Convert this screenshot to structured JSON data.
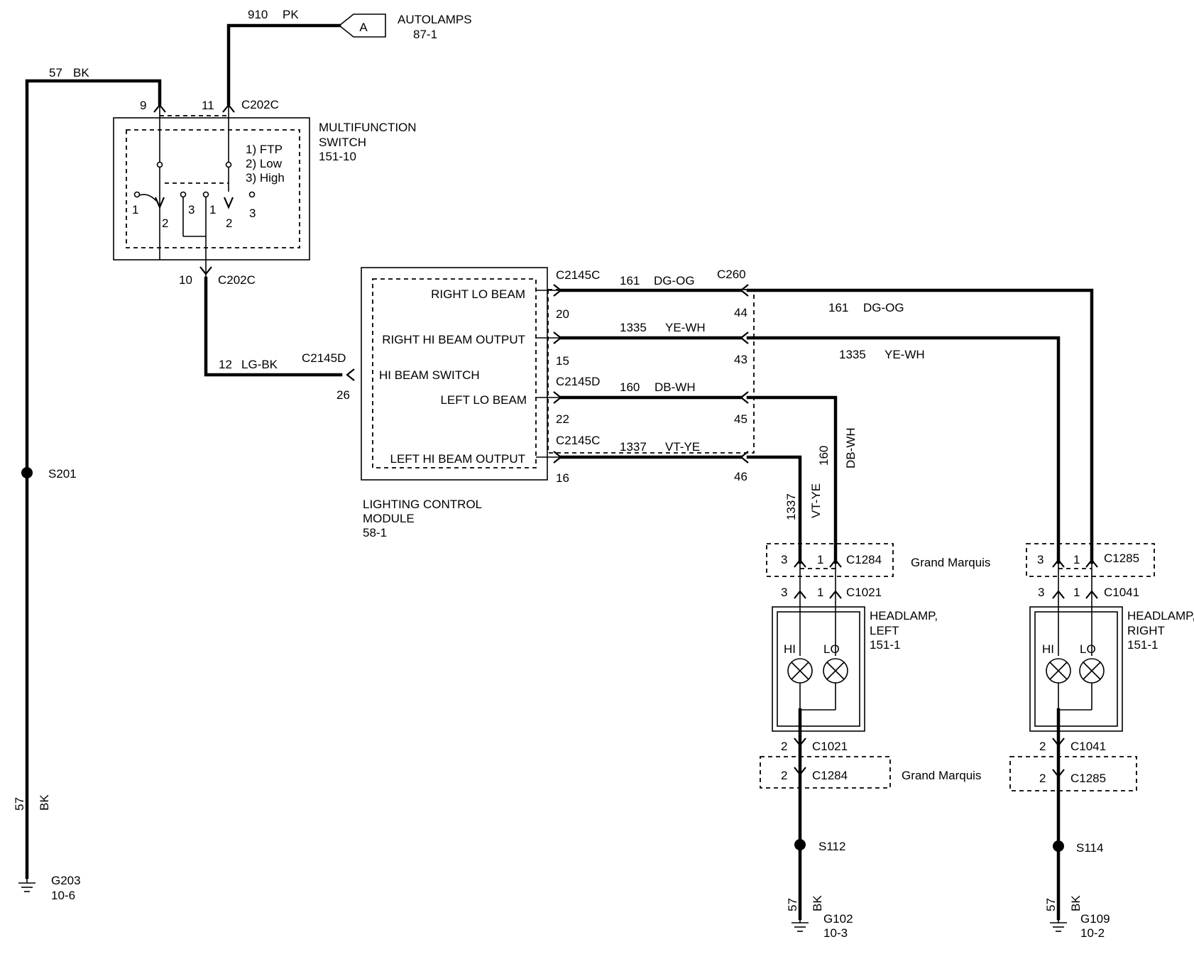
{
  "autolamps": {
    "pin_letter": "A",
    "title": "AUTOLAMPS",
    "ref": "87-1"
  },
  "wires": {
    "w910": {
      "circuit": "910",
      "color": "PK"
    },
    "w57_top": {
      "circuit": "57",
      "color": "BK"
    },
    "w57_left": {
      "circuit": "57",
      "color": "BK"
    },
    "w12": {
      "circuit": "12",
      "color": "LG-BK"
    },
    "w161": {
      "circuit": "161",
      "color": "DG-OG"
    },
    "w161_right": {
      "circuit": "161",
      "color": "DG-OG"
    },
    "w1335": {
      "circuit": "1335",
      "color": "YE-WH"
    },
    "w1335_right": {
      "circuit": "1335",
      "color": "YE-WH"
    },
    "w160": {
      "circuit": "160",
      "color": "DB-WH"
    },
    "w160_vert": {
      "circuit": "160",
      "color": "DB-WH"
    },
    "w1337": {
      "circuit": "1337",
      "color": "VT-YE"
    },
    "w1337_vert": {
      "circuit": "1337",
      "color": "VT-YE"
    },
    "w57_mid": {
      "circuit": "57",
      "color": "BK"
    },
    "w57_right": {
      "circuit": "57",
      "color": "BK"
    }
  },
  "multifunction_switch": {
    "title_line1": "MULTIFUNCTION",
    "title_line2": "SWITCH",
    "ref": "151-10",
    "connector": "C202C",
    "connector_bottom": "C202C",
    "pin_9": "9",
    "pin_11": "11",
    "pin_10": "10",
    "positions": [
      "1) FTP",
      "2) Low",
      "3) High"
    ],
    "contacts": {
      "a1": "1",
      "a2": "2",
      "b3": "3",
      "b1": "1",
      "c2": "2",
      "c3": "3"
    }
  },
  "lighting_module": {
    "title_line1": "LIGHTING  CONTROL",
    "title_line2": "MODULE",
    "ref": "58-1",
    "outputs": [
      {
        "label": "RIGHT LO BEAM",
        "connector": "C2145C",
        "pin": "20"
      },
      {
        "label": "RIGHT HI BEAM OUTPUT",
        "connector": "",
        "pin": "15"
      },
      {
        "label": "LEFT LO BEAM",
        "connector": "C2145D",
        "pin": "22"
      },
      {
        "label": "LEFT HI BEAM OUTPUT",
        "connector": "C2145C",
        "pin": "16"
      }
    ],
    "hi_beam_switch": {
      "label": "HI BEAM SWITCH",
      "connector": "C2145D",
      "pin": "26"
    }
  },
  "c260": {
    "connector": "C260",
    "pins": [
      "44",
      "43",
      "45",
      "46"
    ]
  },
  "splices": {
    "s201": "S201",
    "s112": "S112",
    "s114": "S114"
  },
  "grounds": {
    "g203": {
      "name": "G203",
      "ref": "10-6"
    },
    "g102": {
      "name": "G102",
      "ref": "10-3"
    },
    "g109": {
      "name": "G109",
      "ref": "10-2"
    }
  },
  "headlamp_left": {
    "title_line1": "HEADLAMP,",
    "title_line2": "LEFT",
    "ref": "151-1",
    "hi": "HI",
    "lo": "LO",
    "grand_marquis_top": "Grand Marquis",
    "grand_marquis_bottom": "Grand Marquis",
    "gm_connector_top": "C1284",
    "gm_pins_top": [
      "3",
      "1"
    ],
    "lamp_connector_top": "C1021",
    "lamp_pins_top": [
      "3",
      "1"
    ],
    "lamp_connector_bottom": "C1021",
    "lamp_pin_bottom": "2",
    "gm_connector_bottom": "C1284",
    "gm_pin_bottom": "2"
  },
  "headlamp_right": {
    "title_line1": "HEADLAMP,",
    "title_line2": "RIGHT",
    "ref": "151-1",
    "hi": "HI",
    "lo": "LO",
    "gm_connector_top": "C1285",
    "gm_pins_top": [
      "3",
      "1"
    ],
    "lamp_connector_top": "C1041",
    "lamp_pins_top": [
      "3",
      "1"
    ],
    "lamp_connector_bottom": "C1041",
    "lamp_pin_bottom": "2",
    "gm_connector_bottom": "C1285",
    "gm_pin_bottom": "2"
  }
}
